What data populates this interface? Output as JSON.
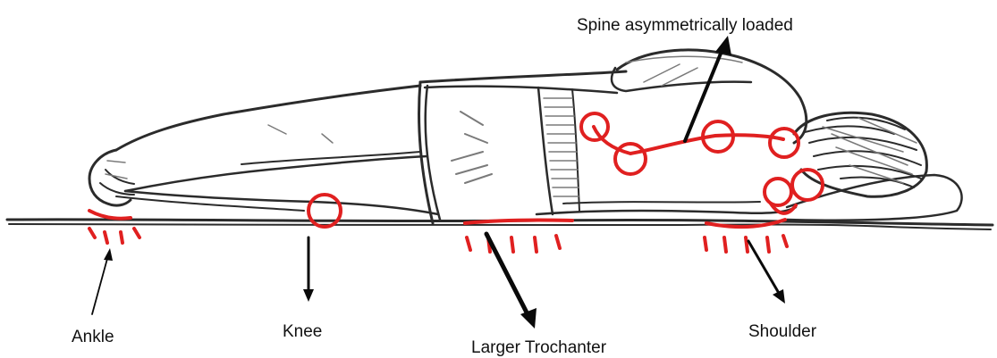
{
  "labels": {
    "spine": "Spine asymmetrically loaded",
    "ankle": "Ankle",
    "knee": "Knee",
    "trochanter": "Larger Trochanter",
    "shoulder": "Shoulder"
  },
  "colors": {
    "pressure": "#e02020",
    "sketch": "#2b2b2b",
    "text": "#111111"
  }
}
